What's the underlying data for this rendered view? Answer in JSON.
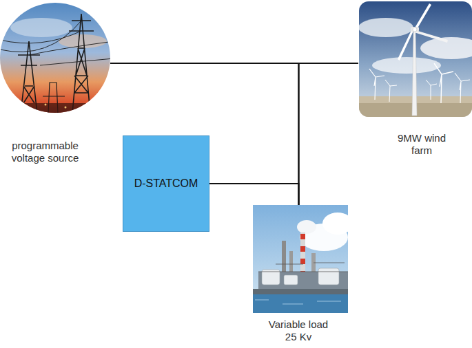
{
  "diagram": {
    "nodes": [
      {
        "text": [
          "programmable voltage source"
        ]
      },
      {
        "text": [
          "9MW wind farm"
        ]
      },
      {
        "text": [
          "D-STATCOM"
        ]
      },
      {
        "text": [
          "Variable load 25 Kv"
        ]
      }
    ],
    "edges": [
      {
        "from": 0,
        "to": 1,
        "arrow": "none"
      },
      {
        "from": 0,
        "to": 3,
        "arrow": "none"
      },
      {
        "from": 1,
        "to": 3,
        "arrow": "none"
      },
      {
        "from": 2,
        "to": 3,
        "arrow": "none"
      }
    ]
  }
}
